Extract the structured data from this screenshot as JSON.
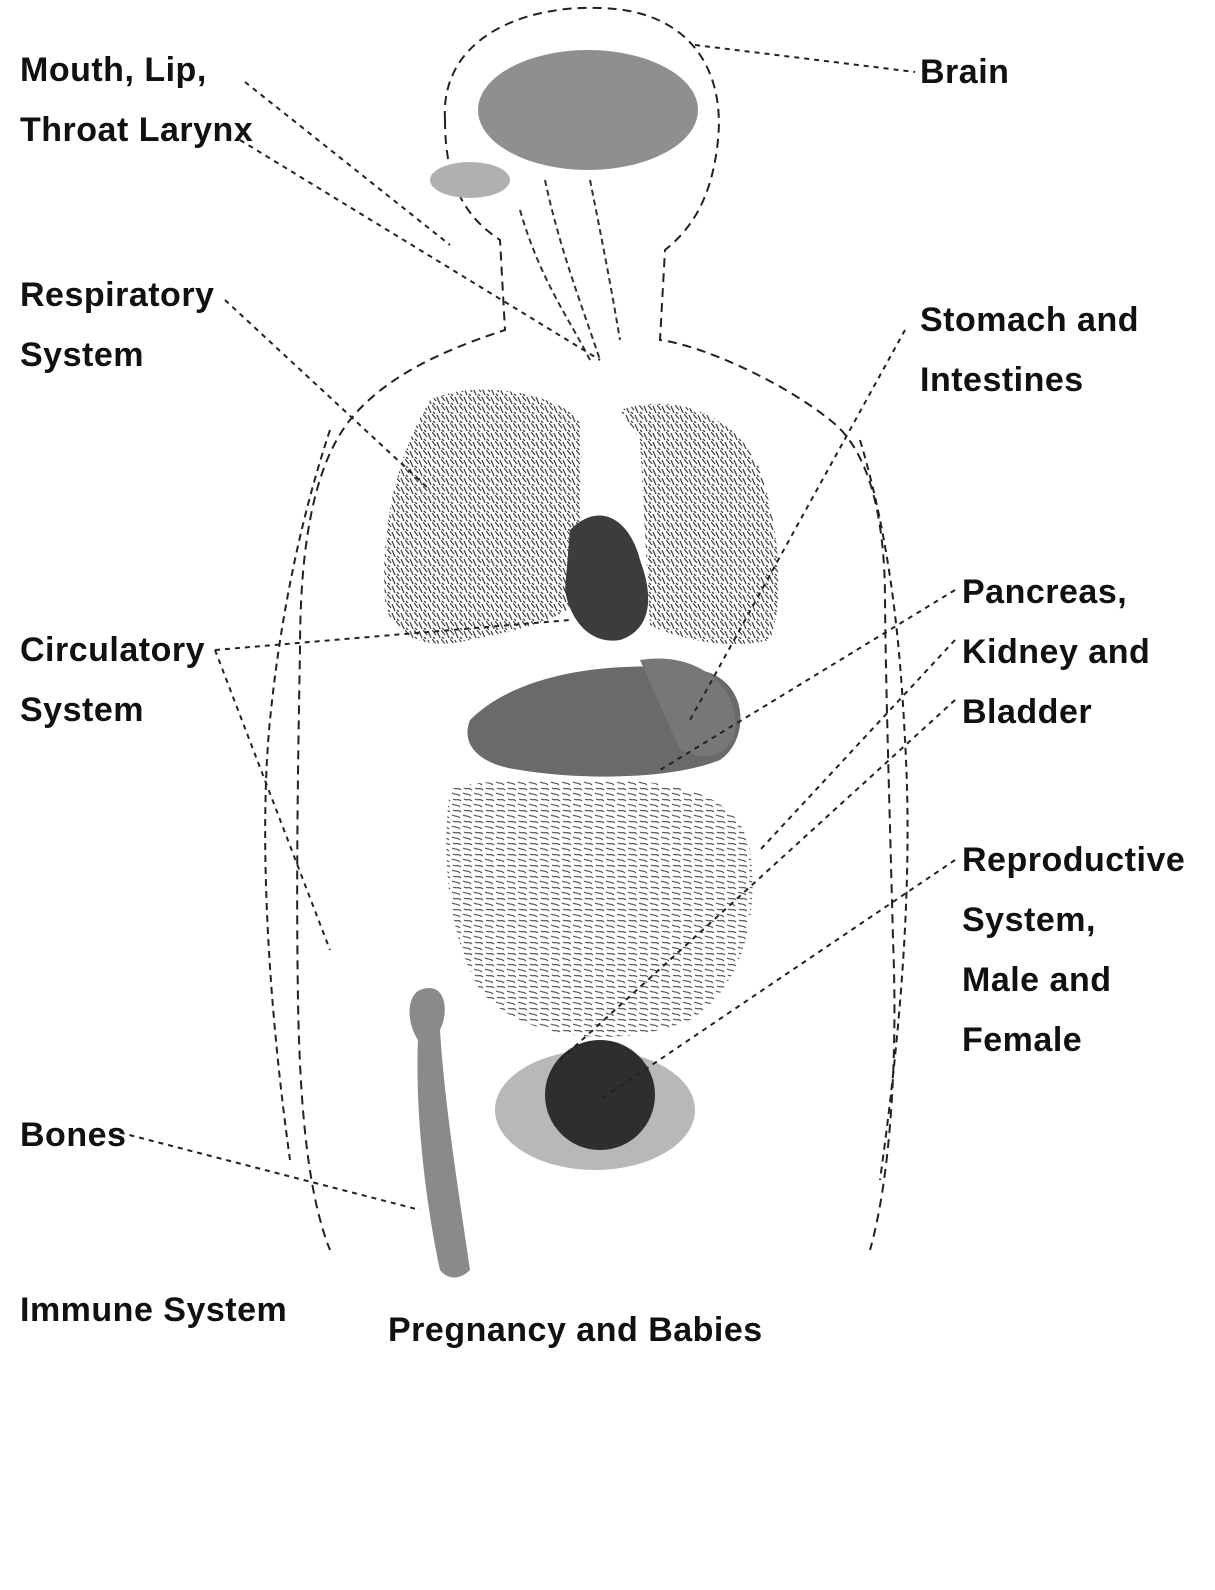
{
  "labels": {
    "mouth": {
      "title_lines": [
        "Mouth, Lip,",
        "Throat Larynx"
      ],
      "notes": [
        "",
        ""
      ]
    },
    "respiratory": {
      "title_lines": [
        "Respiratory",
        "System"
      ],
      "notes": [
        "",
        "",
        "",
        "",
        ""
      ]
    },
    "circulatory": {
      "title_lines": [
        "Circulatory",
        "System"
      ],
      "notes": [
        "",
        "",
        "",
        "",
        "",
        "",
        "",
        "",
        "",
        ""
      ]
    },
    "bones": {
      "title_lines": [
        "Bones"
      ],
      "notes": [
        "",
        ""
      ]
    },
    "immune": {
      "title_lines": [
        "Immune System"
      ],
      "notes": [
        "",
        ""
      ]
    },
    "brain": {
      "title_lines": [
        "Brain"
      ],
      "notes": [
        "",
        "",
        "",
        "",
        ""
      ]
    },
    "stomach": {
      "title_lines": [
        "Stomach and",
        "Intestines"
      ],
      "notes": [
        "",
        "",
        "",
        ""
      ]
    },
    "pancreas": {
      "title_lines": [
        "Pancreas,",
        "Kidney and",
        "Bladder"
      ],
      "notes": [
        ""
      ]
    },
    "reproductive": {
      "title_lines": [
        "Reproductive",
        "System,",
        "Male and",
        "Female"
      ],
      "notes": [
        "",
        "",
        "",
        "",
        "",
        "",
        "",
        "",
        "",
        "",
        "",
        ""
      ]
    },
    "pregnancy": {
      "title_lines": [
        "Pregnancy and Babies"
      ],
      "notes": [
        "",
        "",
        "",
        "",
        "",
        "",
        ""
      ]
    }
  },
  "colors": {
    "brain": "#8f8f8f",
    "lungs_stipple": "#555555",
    "heart": "#3c3c3c",
    "liver": "#6a6a6a",
    "bladder_dark": "#2e2e2e",
    "bladder_light": "#b8b8b8",
    "bone": "#8a8a8a"
  }
}
